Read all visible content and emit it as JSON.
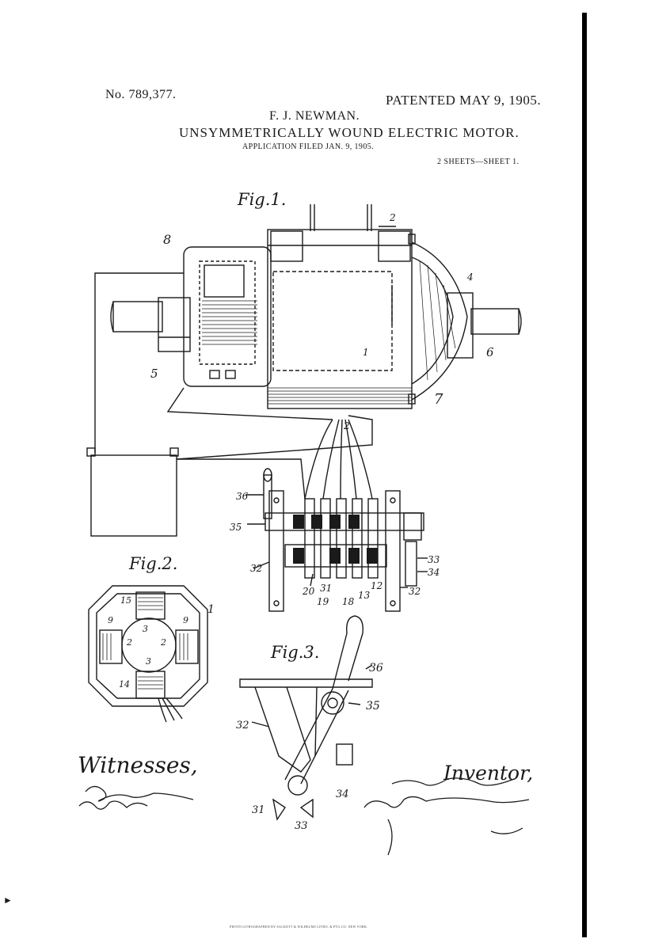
{
  "header": {
    "patent_number": "No. 789,377.",
    "patent_date": "PATENTED MAY 9, 1905.",
    "inventor_name": "F. J. NEWMAN.",
    "title": "UNSYMMETRICALLY WOUND ELECTRIC MOTOR.",
    "application": "APPLICATION FILED JAN. 9, 1905.",
    "sheet": "2 SHEETS—SHEET 1."
  },
  "figures": {
    "fig1": "Fig.1.",
    "fig2": "Fig.2.",
    "fig3": "Fig.3."
  },
  "reference_numerals": {
    "fig1": [
      "8",
      "2",
      "4",
      "6",
      "5",
      "1",
      "7",
      "2",
      "36",
      "35",
      "32",
      "33",
      "34",
      "32",
      "20",
      "31",
      "19",
      "18",
      "13",
      "12"
    ],
    "fig2": [
      "15",
      "9",
      "3",
      "2",
      "2",
      "9",
      "1",
      "3",
      "14"
    ],
    "fig3": [
      "36",
      "35",
      "32",
      "34",
      "31",
      "33"
    ]
  },
  "signatures": {
    "witnesses_label": "Witnesses,",
    "inventor_label": "Inventor,"
  },
  "footer": {
    "printer": "PHOTO-LITHOGRAPHED BY SACKETT & WILHELMS LITHO. & PTG.CO. NEW YORK."
  },
  "colors": {
    "ink": "#1a1a1a",
    "paper": "#ffffff"
  }
}
